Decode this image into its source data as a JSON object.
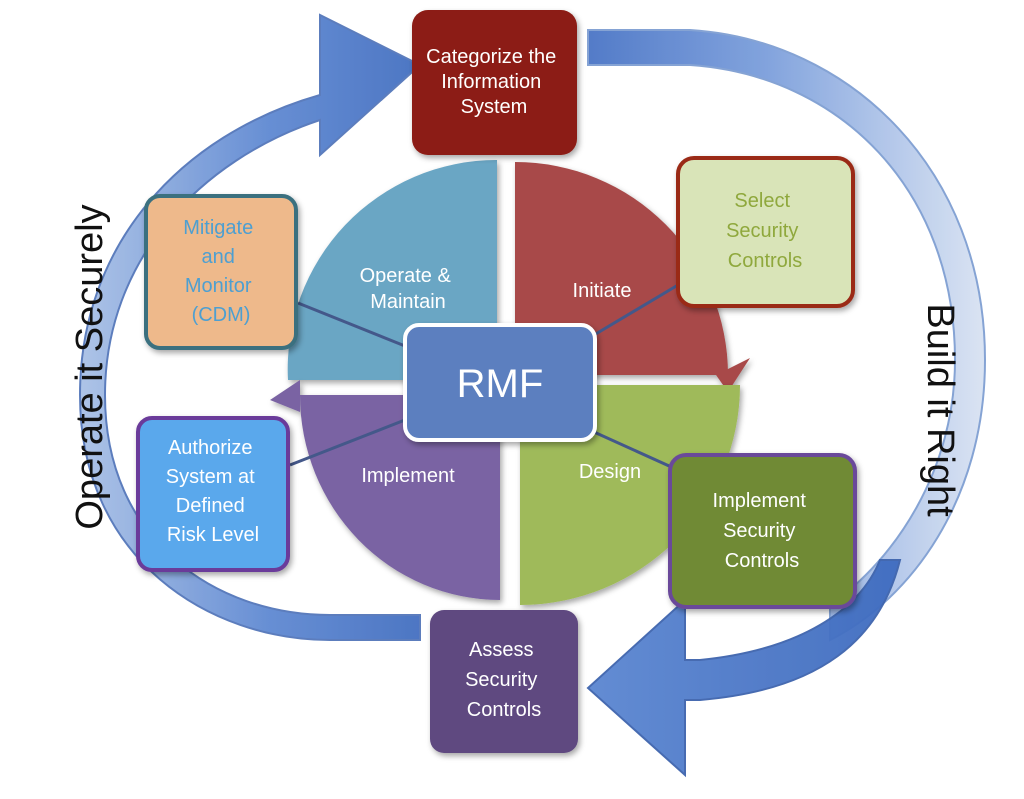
{
  "center": {
    "label": "RMF"
  },
  "side_labels": {
    "left": "Operate it Securely",
    "right": "Build it Right"
  },
  "quadrants": {
    "operate": "Operate &\nMaintain",
    "initiate": "Initiate",
    "design": "Design",
    "implement": "Implement"
  },
  "steps": {
    "categorize": "Categorize the\nInformation\nSystem",
    "select": "Select\nSecurity\nControls",
    "implement_controls": "Implement\nSecurity\nControls",
    "assess": "Assess\nSecurity\nControls",
    "authorize": "Authorize\nSystem at\nDefined\nRisk Level",
    "mitigate": "Mitigate\nand\nMonitor\n(CDM)"
  },
  "colors": {
    "operate": "#6aa6c4",
    "initiate": "#a84a48",
    "design": "#9fba5a",
    "implement": "#7a63a3",
    "center": "#5b7fbf",
    "categorize": "#8c1d13",
    "select": "#d9e4b8",
    "implement_controls": "#6f8a35",
    "assess": "#5f4a80",
    "authorize": "#5aa8ec",
    "mitigate": "#eeb98b",
    "arrow": "#5b86d1"
  }
}
